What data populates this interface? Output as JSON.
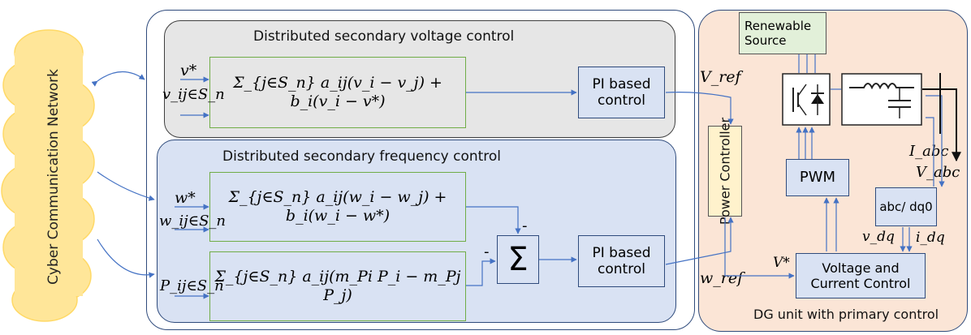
{
  "cyber_network": {
    "label": "Cyber Communication Network"
  },
  "voltage_panel": {
    "title": "Distributed secondary voltage control",
    "input_ref": "v*",
    "input_neighbors": "v_ij∈S_n",
    "equation": "Σ_{j∈S_n} a_ij(v_i − v_j) + b_i(v_i − v*)",
    "controller_label": "PI based control"
  },
  "frequency_panel": {
    "title": "Distributed secondary frequency control",
    "input_ref": "w*",
    "input_neighbors": "w_ij∈S_n",
    "input_power": "P_ij∈S_n",
    "equation_frequency": "Σ_{j∈S_n} a_ij(w_i − w_j) + b_i(w_i − w*)",
    "equation_power": "Σ_{j∈S_n} a_ij(m_Pi P_i − m_Pj P_j)",
    "summer_symbol": "Σ",
    "sign_top": "-",
    "sign_left": "-",
    "controller_label": "PI based control"
  },
  "dg_unit": {
    "caption": "DG unit with primary control",
    "renewable_source": "Renewable Source",
    "power_controller": "Power Controller",
    "pwm": "PWM",
    "abc_dq0": "abc/ dq0",
    "vc_control": "Voltage and Current Control"
  },
  "signals": {
    "v_ref": "V_ref",
    "w_ref": "w_ref",
    "v_star": "V*",
    "i_abc": "I_abc",
    "v_abc": "V_abc",
    "v_dq": "v_dq",
    "i_dq": "i_dq"
  },
  "colors": {
    "line": "#4472c4",
    "panel_grey": "#e6e6e6",
    "panel_blue": "#d9e2f3",
    "dg_fill": "#fbe5d6",
    "cloud": "#ffe699",
    "block_green": "#70ad47",
    "power_fill": "#fff2cc"
  }
}
